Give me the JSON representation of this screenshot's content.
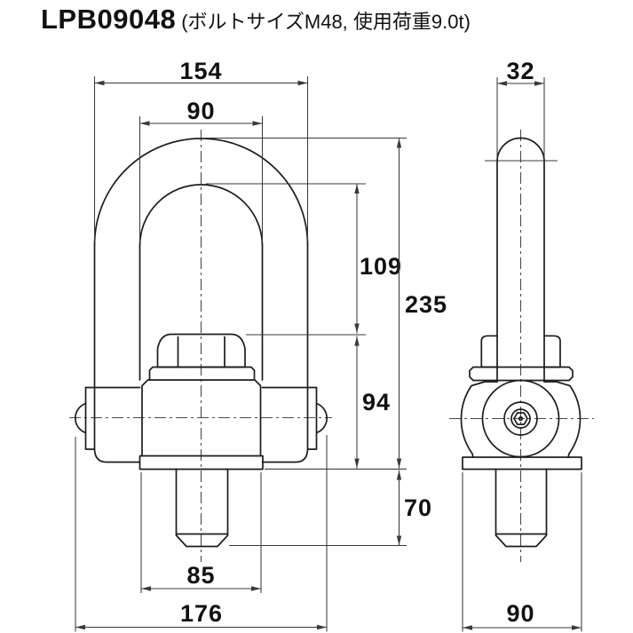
{
  "title": {
    "model": "LPB09048",
    "spec": "(ボルトサイズM48, 使用荷重9.0t)"
  },
  "colors": {
    "line": "#1c1c1c",
    "dim_line": "#3a3a3a",
    "centerline": "#4a4a4a",
    "text": "#111111",
    "background": "#ffffff"
  },
  "dimensions": {
    "front": {
      "outer_width": "154",
      "inner_width": "90",
      "inner_height": "109",
      "overall_height": "235",
      "body_height": "94",
      "bolt_length": "70",
      "flange_width": "85",
      "overall_width": "176"
    },
    "side": {
      "bail_thickness": "32",
      "base_width": "90"
    }
  }
}
